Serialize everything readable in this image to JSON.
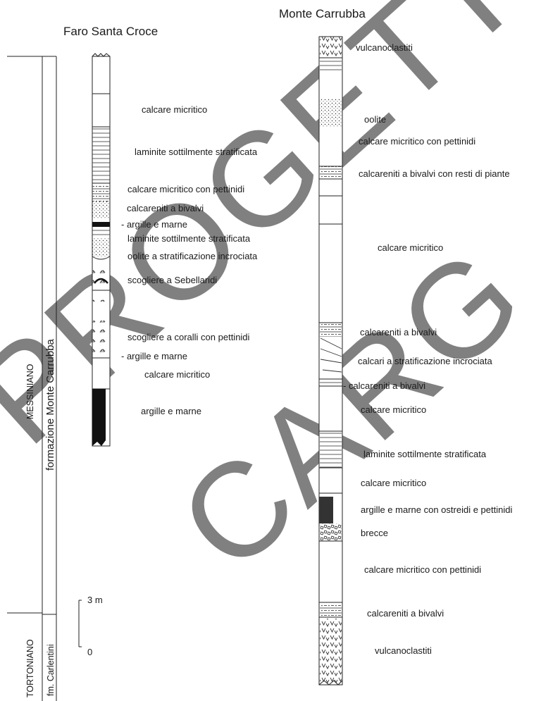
{
  "titles": {
    "left": "Faro Santa Croce",
    "right": "Monte Carrubba"
  },
  "side": {
    "messiniano": "MESSINIANO",
    "tortoniano": "TORTONIANO",
    "formation": "formazione Monte Carrubba",
    "carlentini": "fm. Carlentini"
  },
  "scale": {
    "top": "3 m",
    "bottom": "0"
  },
  "watermark": {
    "line1": "PROGETTO",
    "line2": "CARG"
  },
  "left_labels": [
    {
      "text": "calcare micritico"
    },
    {
      "text": "laminite sottilmente stratificata"
    },
    {
      "text": "calcare micritico con pettinidi"
    },
    {
      "text": "calcareniti a bivalvi"
    },
    {
      "text": "- argille e marne"
    },
    {
      "text": "laminite sottilmente stratificata"
    },
    {
      "text": "oolite a stratificazione incrociata"
    },
    {
      "text": "scogliere a Sebellaridi"
    },
    {
      "text": "scogliere a coralli con pettinidi"
    },
    {
      "text": "- argille e marne"
    },
    {
      "text": "calcare micritico"
    },
    {
      "text": "argille e marne"
    }
  ],
  "right_labels": [
    {
      "text": "vulcanoclastiti"
    },
    {
      "text": "oolite"
    },
    {
      "text": "calcare micritico con pettinidi"
    },
    {
      "text": "calcareniti a bivalvi  con resti di piante"
    },
    {
      "text": "calcare micritico"
    },
    {
      "text": "calcareniti a bivalvi"
    },
    {
      "text": "calcari a stratificazione incrociata"
    },
    {
      "text": "- calcareniti a bivalvi"
    },
    {
      "text": "calcare micritico"
    },
    {
      "text": "laminite sottilmente stratificata"
    },
    {
      "text": "calcare micritico"
    },
    {
      "text": "argille e marne con ostreidi e pettinidi"
    },
    {
      "text": "brecce"
    },
    {
      "text": "calcare micritico con pettinidi"
    },
    {
      "text": "calcareniti a bivalvi"
    },
    {
      "text": "vulcanoclastiti"
    }
  ]
}
